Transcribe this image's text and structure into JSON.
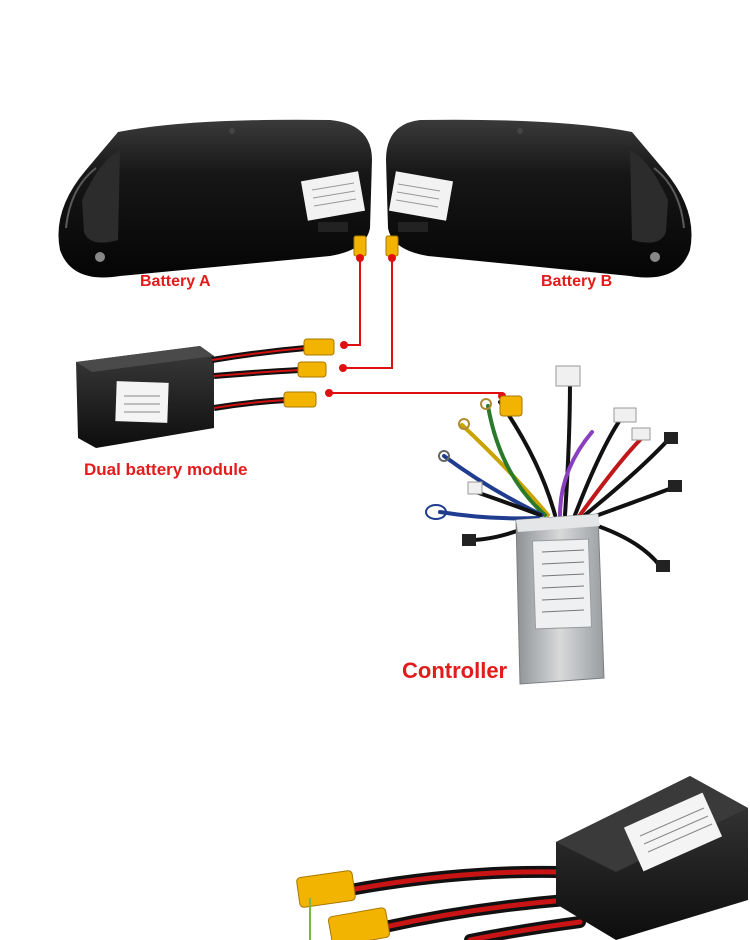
{
  "labels": {
    "battery_a": "Battery A",
    "battery_b": "Battery B",
    "module": "Dual battery module",
    "controller": "Controller"
  },
  "colors": {
    "label_red": "#e31b1b",
    "wire_red": "#e01010",
    "connector_yellow": "#f2b400",
    "battery_body": "#141414",
    "controller_silver": "#b9bcbf"
  },
  "icons": {
    "battery": "battery-pack-icon",
    "module": "dual-battery-module-icon",
    "controller": "brushless-controller-icon"
  }
}
